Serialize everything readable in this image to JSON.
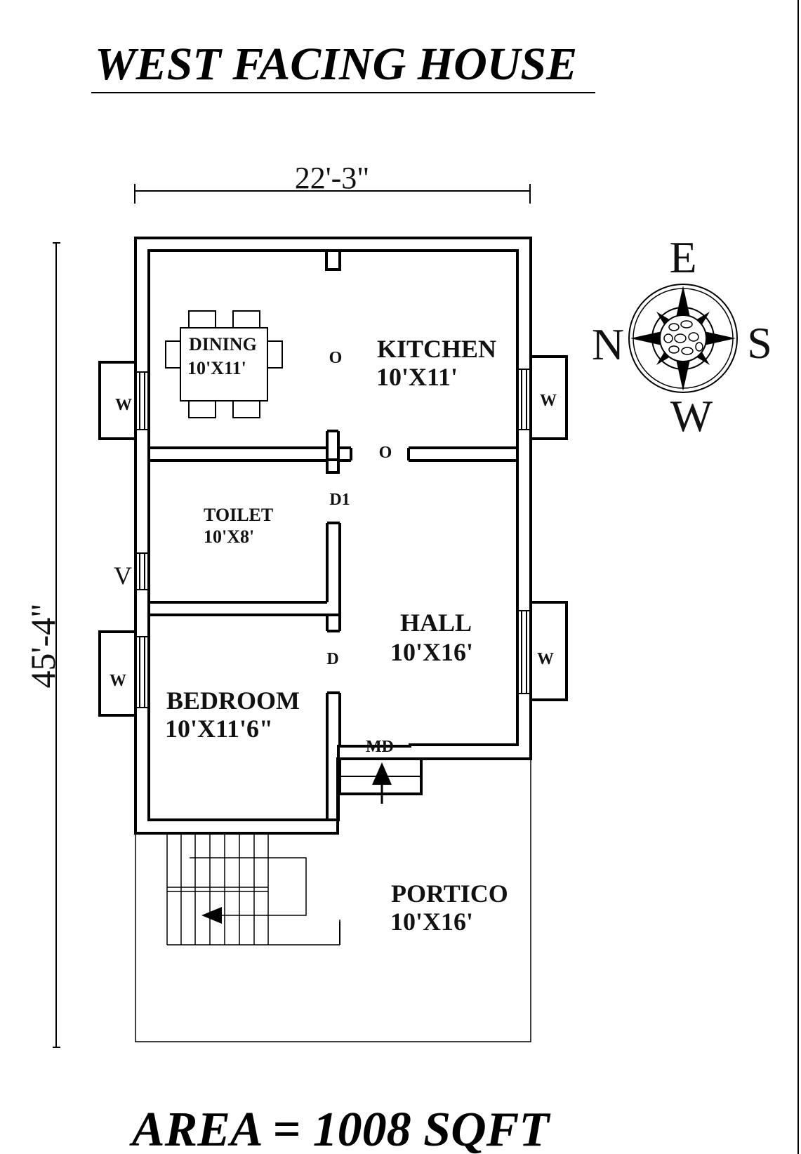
{
  "title": "WEST FACING HOUSE",
  "area": "AREA = 1008 SQFT",
  "dimensions": {
    "width": "22'-3\"",
    "length": "45'-4\""
  },
  "rooms": {
    "dining": {
      "name": "DINING",
      "size": "10'X11'"
    },
    "kitchen": {
      "name": "KITCHEN",
      "size": "10'X11'"
    },
    "toilet": {
      "name": "TOILET",
      "size": "10'X8'"
    },
    "hall": {
      "name": "HALL",
      "size": "10'X16'"
    },
    "bedroom": {
      "name": "BEDROOM",
      "size": "10'X11'6\""
    },
    "portico": {
      "name": "PORTICO",
      "size": "10'X16'"
    }
  },
  "markers": {
    "opening_top": "O",
    "opening_mid": "O",
    "door_toilet": "D1",
    "door_bedroom": "D",
    "main_door": "MD",
    "ventilator": "V",
    "window_kitchen_left": "W",
    "window_kitchen_right": "W",
    "window_bedroom": "W",
    "window_hall": "W"
  },
  "compass": {
    "top": "E",
    "left": "N",
    "right": "S",
    "bottom": "W"
  }
}
